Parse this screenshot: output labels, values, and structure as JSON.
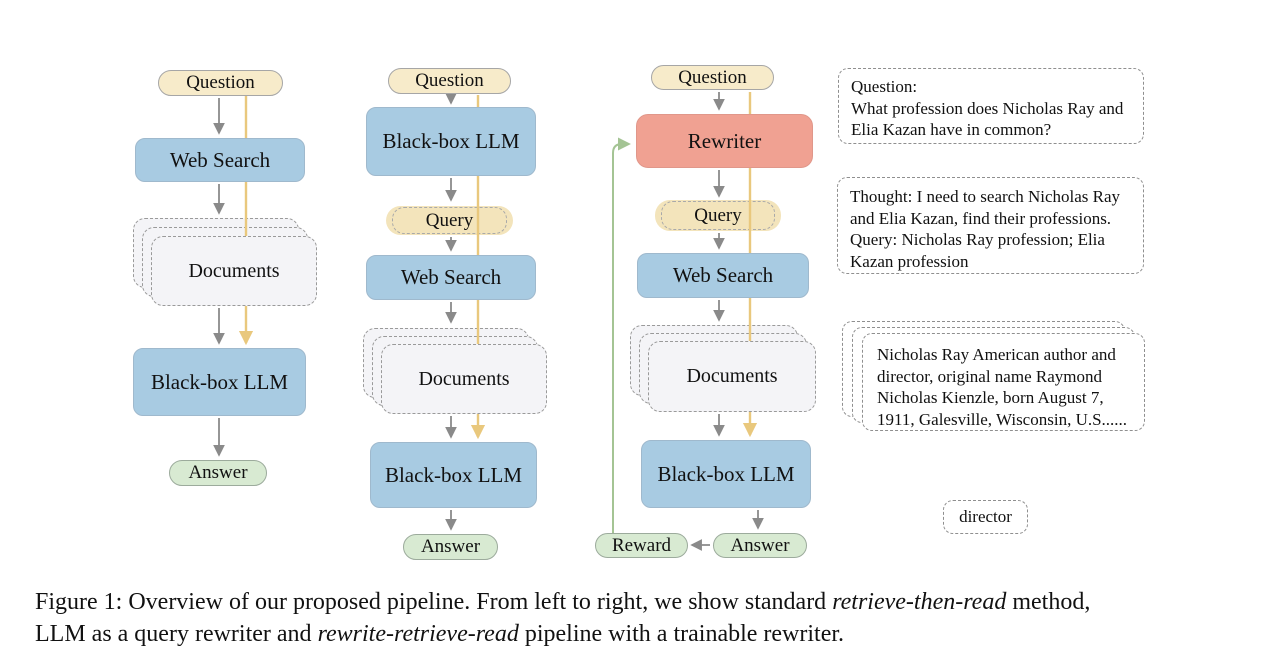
{
  "caption": {
    "line1_pre": "Figure 1:  Overview of our proposed pipeline. From left to right, we show standard ",
    "line1_italic": "retrieve-then-read",
    "line1_post": " method,",
    "line2_pre": "LLM as a query rewriter and ",
    "line2_italic": "rewrite-retrieve-read",
    "line2_post": " pipeline with a trainable rewriter."
  },
  "pipelines": {
    "left": {
      "question": "Question",
      "web_search": "Web Search",
      "documents": "Documents",
      "llm": "Black-box LLM",
      "answer": "Answer"
    },
    "middle": {
      "question": "Question",
      "llm_top": "Black-box LLM",
      "query": "Query",
      "web_search": "Web Search",
      "documents": "Documents",
      "llm_bottom": "Black-box LLM",
      "answer": "Answer"
    },
    "right": {
      "question": "Question",
      "rewriter": "Rewriter",
      "query": "Query",
      "web_search": "Web Search",
      "documents": "Documents",
      "llm": "Black-box LLM",
      "answer": "Answer",
      "reward": "Reward"
    }
  },
  "examples": {
    "question_box": {
      "lines": [
        "Question:",
        "What profession does Nicholas Ray and",
        "Elia Kazan have in common?"
      ]
    },
    "thought_box": {
      "lines": [
        "Thought: I need to search Nicholas Ray",
        "and Elia Kazan, find their professions.",
        "Query: Nicholas Ray profession; Elia",
        "Kazan profession"
      ]
    },
    "documents_box": {
      "lines": [
        "Nicholas Ray American author and",
        "director, original name Raymond",
        "Nicholas Kienzle, born August 7,",
        "1911, Galesville, Wisconsin, U.S......"
      ]
    },
    "answer_box": {
      "label": "director"
    }
  },
  "colors": {
    "process_blue": "#a8cbe2",
    "rewriter_salmon": "#f0a192",
    "question_tan": "#f7ebca",
    "query_tan": "#f3e4bb",
    "answer_green": "#d8ead2",
    "documents_gray": "#f4f4f7",
    "arrow_gray": "#8a8a8a",
    "question_line_yellow": "#e9c87d",
    "reward_line_green": "#a4c494"
  }
}
